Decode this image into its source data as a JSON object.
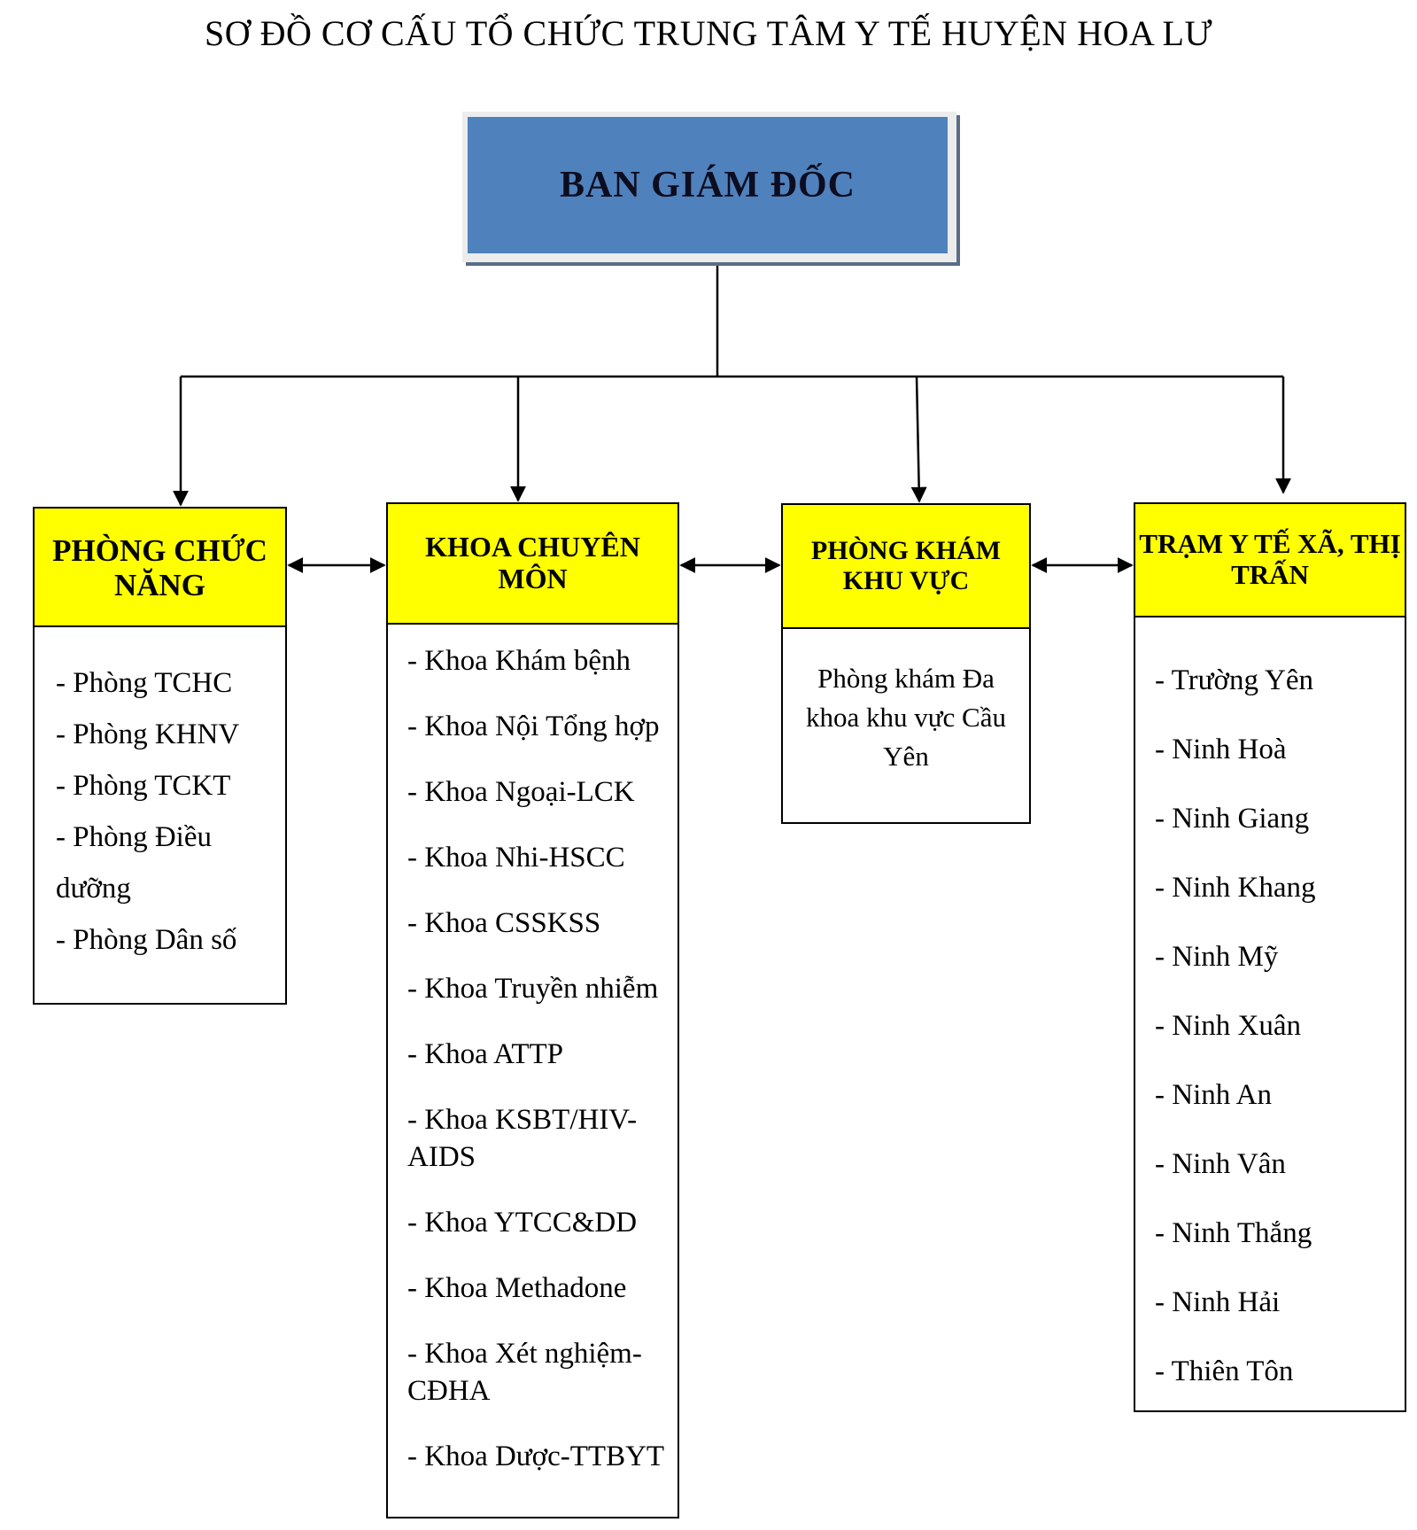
{
  "diagram": {
    "title": "SƠ ĐỒ CƠ CẤU TỔ CHỨC TRUNG TÂM Y TẾ HUYỆN HOA LƯ",
    "top": {
      "label": "BAN GIÁM ĐỐC"
    },
    "units": [
      {
        "title": "PHÒNG CHỨC NĂNG",
        "items": [
          "- Phòng TCHC",
          "- Phòng KHNV",
          "- Phòng TCKT",
          "- Phòng Điều dưỡng",
          "- Phòng Dân số"
        ]
      },
      {
        "title": "KHOA CHUYÊN MÔN",
        "items": [
          "- Khoa Khám bệnh",
          "- Khoa Nội Tổng hợp",
          "- Khoa Ngoại-LCK",
          "- Khoa Nhi-HSCC",
          "- Khoa CSSKSS",
          "- Khoa Truyền nhiễm",
          "- Khoa ATTP",
          "- Khoa KSBT/HIV-AIDS",
          "- Khoa YTCC&DD",
          "- Khoa Methadone",
          "- Khoa Xét nghiệm-CĐHA",
          "- Khoa Dược-TTBYT"
        ]
      },
      {
        "title": "PHÒNG KHÁM KHU VỰC",
        "text": "Phòng khám Đa khoa khu vực Cầu Yên"
      },
      {
        "title": "TRẠM Y TẾ XÃ, THỊ TRẤN",
        "items": [
          "- Trường Yên",
          "- Ninh Hoà",
          "- Ninh Giang",
          "- Ninh Khang",
          "- Ninh Mỹ",
          "- Ninh Xuân",
          "- Ninh An",
          "- Ninh Vân",
          "- Ninh Thắng",
          "- Ninh Hải",
          "- Thiên Tôn"
        ]
      }
    ],
    "colors": {
      "top_fill": "#4f81bd",
      "header_fill": "#ffff00",
      "line": "#000000"
    }
  }
}
